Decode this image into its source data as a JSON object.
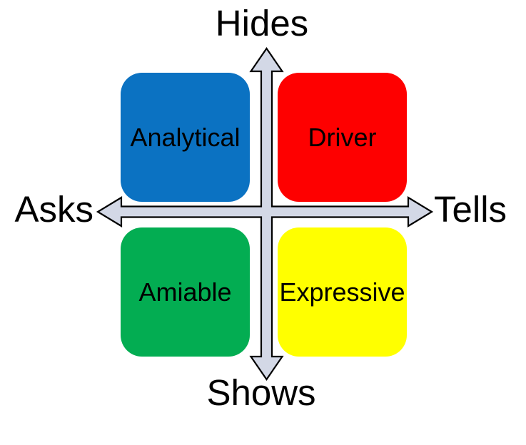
{
  "diagram": {
    "axis_labels": {
      "top": "Hides",
      "bottom": "Shows",
      "left": "Asks",
      "right": "Tells"
    },
    "quadrants": {
      "top_left": {
        "label": "Analytical",
        "color": "#0B72C2"
      },
      "top_right": {
        "label": "Driver",
        "color": "#FE0000"
      },
      "bottom_left": {
        "label": "Amiable",
        "color": "#03AD52"
      },
      "bottom_right": {
        "label": "Expressive",
        "color": "#FFFF00"
      }
    },
    "arrows": {
      "fill": "#D3D8E6",
      "outline": "#000000"
    },
    "text_color": "#000000"
  }
}
